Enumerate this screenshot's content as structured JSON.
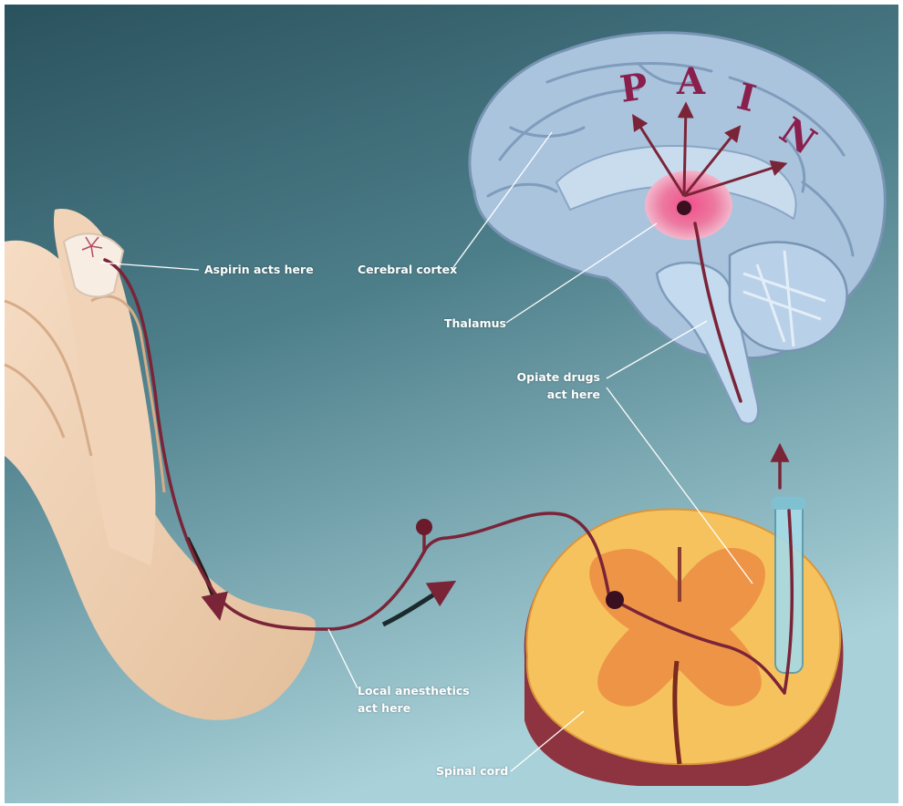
{
  "labels": {
    "aspirin": "Aspirin acts here",
    "cerebral_cortex": "Cerebral cortex",
    "thalamus": "Thalamus",
    "opiate_line1": "Opiate drugs",
    "opiate_line2": "act here",
    "local_line1": "Local anesthetics",
    "local_line2": "act here",
    "spinal_cord": "Spinal cord"
  },
  "pain_letters": [
    "P",
    "A",
    "I",
    "N"
  ],
  "colors": {
    "background_top": "#2f5a66",
    "background_bottom": "#9fc9d2",
    "nerve": "#7a2438",
    "brain": "#a9c4de",
    "thalamus": "#e8708f",
    "spinal_cord_outer": "#f6c25d",
    "spinal_cord_inner": "#ee9446",
    "label_text": "#ffffff",
    "pain_text": "#8a1f4d"
  },
  "icons": [
    "brain-illustration",
    "hand-illustration",
    "spinal-cord-illustration",
    "syringe-illustration"
  ]
}
